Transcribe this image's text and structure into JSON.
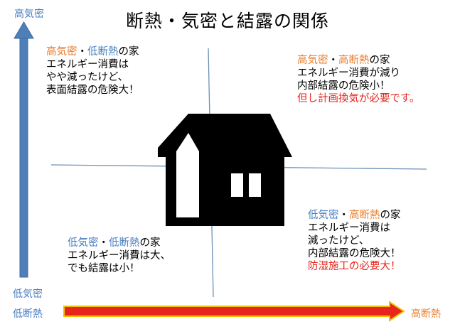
{
  "title": "断熱・気密と結露の関係",
  "axes": {
    "y_top": "高気密",
    "y_bottom": "低気密",
    "x_left": "低断熱",
    "x_right": "高断熱"
  },
  "quadrants": {
    "top_left": {
      "tag_a": "高気密",
      "sep": "・",
      "tag_b": "低断熱",
      "tag_suffix": "の家",
      "line1": "エネルギー消費は",
      "line2": "やや減ったけど、",
      "line3": "表面結露の危険大！"
    },
    "top_right": {
      "tag_a": "高気密",
      "sep": "・",
      "tag_b": "高断熱",
      "tag_suffix": "の家",
      "line1": "エネルギー消費が減り",
      "line2": "内部結露の危険小！",
      "note": "但し計画換気が必要です。"
    },
    "bottom_left": {
      "tag_a": "低気密",
      "sep": "・",
      "tag_b": "低断熱",
      "tag_suffix": "の家",
      "line1": "エネルギー消費は大、",
      "line2": "でも結露は小！"
    },
    "bottom_right": {
      "tag_a": "低気密",
      "sep": "・",
      "tag_b": "高断熱",
      "tag_suffix": "の家",
      "line1": "エネルギー消費は",
      "line2": "減ったけど、",
      "line3": "内部結露の危険大！",
      "note": "防湿施工の必要大！"
    }
  },
  "colors": {
    "orange": "#e87e2e",
    "blue": "#4a7fc1",
    "red": "#e8251c",
    "axis_line": "#6b8fb5",
    "arrow_fill": "#e8251c",
    "arrow_stroke": "#f2c200"
  },
  "icons": {
    "house": "house-icon",
    "vertical_arrow": "up-arrow-icon",
    "horizontal_arrow": "right-arrow-icon"
  }
}
